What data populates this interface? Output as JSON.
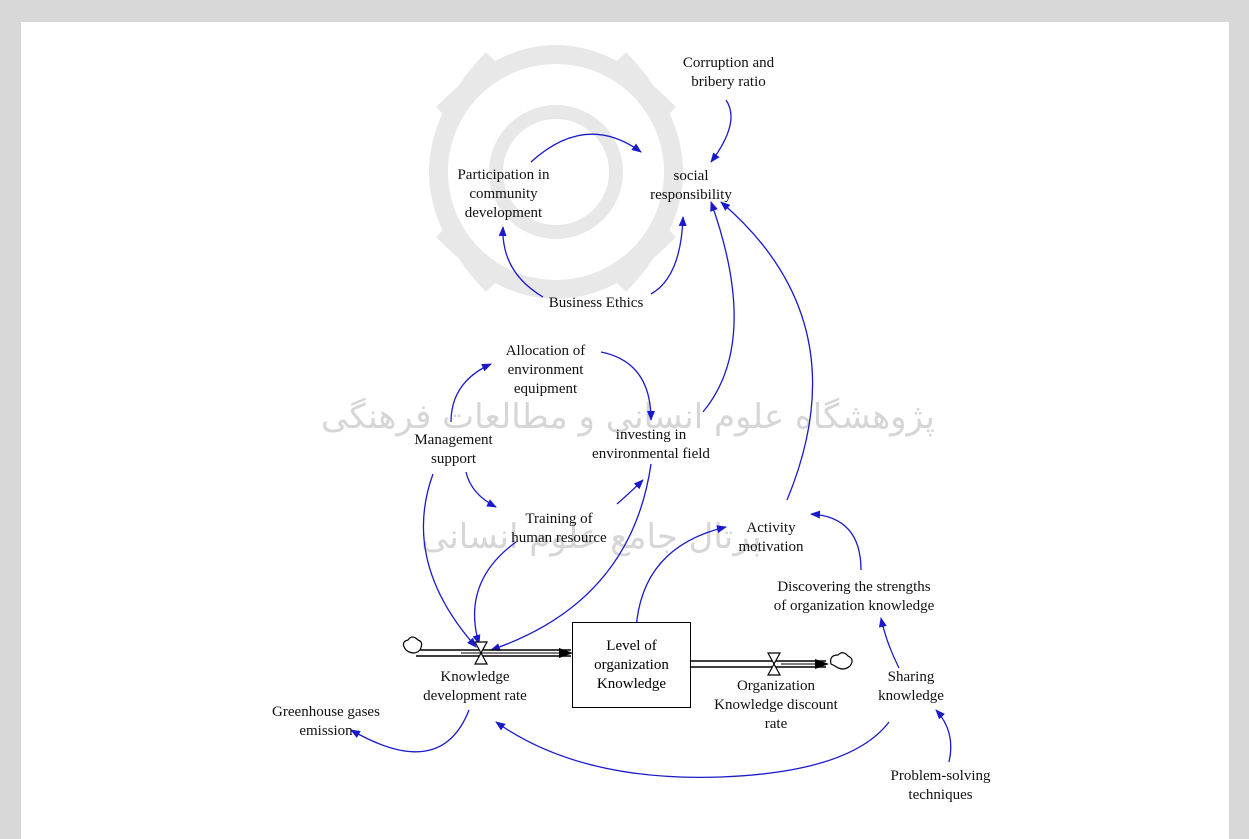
{
  "diagram": {
    "variables": {
      "corruption": "Corruption and\nbribery ratio",
      "participation": "Participation in\ncommunity\ndevelopment",
      "social_responsibility": "social\nresponsibility",
      "business_ethics": "Business Ethics",
      "allocation": "Allocation of\nenvironment\nequipment",
      "management_support": "Management\nsupport",
      "investing": "investing in\nenvironmental field",
      "training": "Training of\nhuman resource",
      "activity_motivation": "Activity\nmotivation",
      "discovering": "Discovering the strengths\nof organization knowledge",
      "level_knowledge": "Level of\norganization\nKnowledge",
      "knowledge_dev_rate": "Knowledge\ndevelopment rate",
      "org_discount_rate": "Organization\nKnowledge discount\nrate",
      "sharing": "Sharing\nknowledge",
      "greenhouse": "Greenhouse gases\nemission",
      "problem_solving": "Problem-solving\ntechniques"
    },
    "watermark": {
      "line1": "پژوهشگاه علوم انسانی و مطالعات فرهنگی",
      "line2": "پرتال جامع علوم انسانی"
    },
    "colors": {
      "link": "#1a1acc",
      "flow": "#000000",
      "watermark": "#d6d6d6"
    }
  }
}
